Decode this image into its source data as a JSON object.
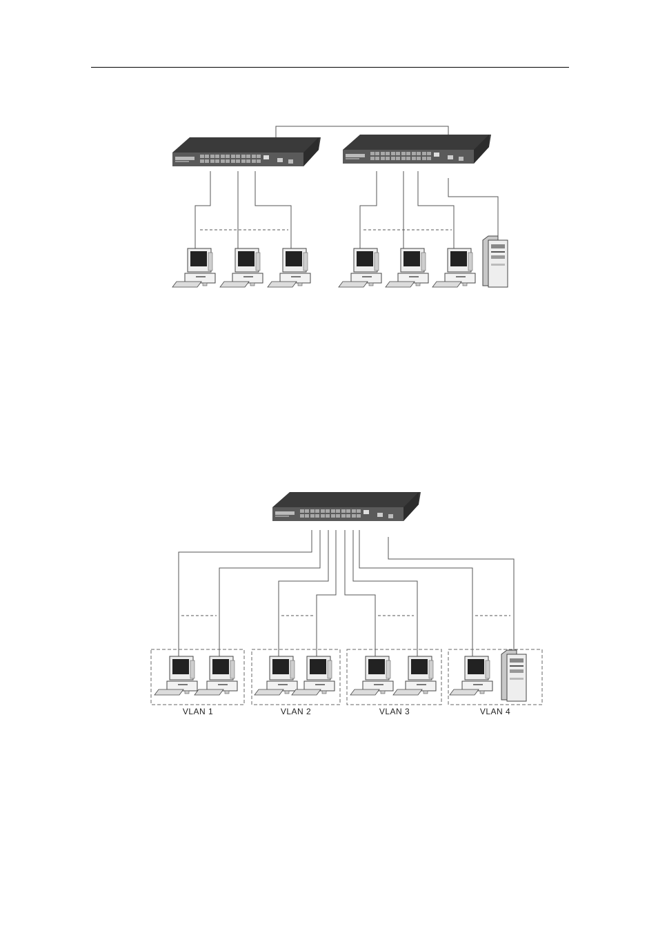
{
  "vlan_labels": [
    "VLAN 1",
    "VLAN 2",
    "VLAN 3",
    "VLAN 4"
  ],
  "colors": {
    "switch_top": "#3c3c3c",
    "switch_front": "#555555",
    "line": "#555555",
    "port": "#9a9a9a"
  },
  "icons": [
    "network-switch-icon",
    "desktop-computer-icon",
    "tower-server-icon"
  ]
}
